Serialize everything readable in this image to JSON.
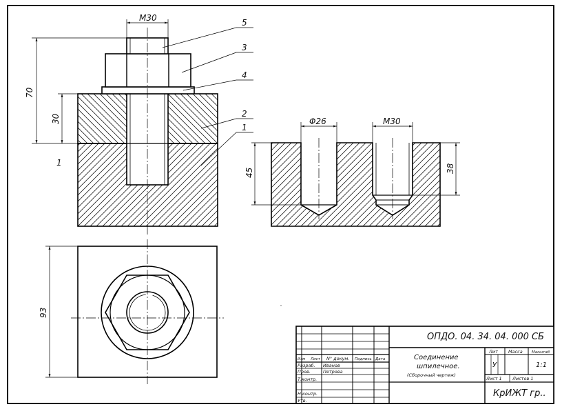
{
  "dimensions": {
    "m30_top": "M30",
    "h70": "70",
    "h30": "30",
    "d26": "Φ26",
    "m30_right": "M30",
    "h45": "45",
    "h38": "38",
    "w93": "93",
    "stray_tick": "1"
  },
  "callouts": [
    "5",
    "3",
    "4",
    "2",
    "1"
  ],
  "title_block": {
    "doc_number": "ОПДО. 04. 34. 04. 000 СБ",
    "title_line1": "Соединение",
    "title_line2": "шпилечное.",
    "title_line3": "(Сборочный чертеж)",
    "col_lit": "Лит",
    "col_mass": "Масса",
    "col_scale": "Масштаб",
    "lit_value": "У",
    "scale_value": "1:1",
    "sheet": "Лист 1",
    "sheets": "Листов 1",
    "org": "КрИЖТ гр..",
    "hdr_izm": "Изм",
    "hdr_list": "Лист",
    "hdr_doc": "N° докум.",
    "hdr_sign": "Подпись",
    "hdr_date": "Дата",
    "row_razrab": "Разраб.",
    "row_prov": "Пров.",
    "row_tkontr": "Т.контр.",
    "row_nkontr": "Н.контр.",
    "row_utv": "Утв.",
    "name_razrab": "Иванов",
    "name_prov": "Петрова"
  }
}
